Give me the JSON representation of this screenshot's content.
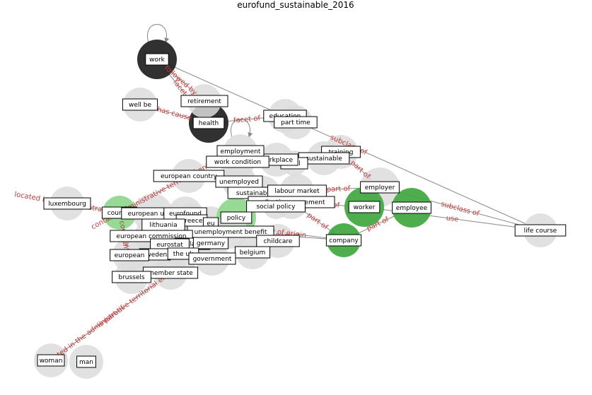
{
  "title": "eurofund_sustainable_2016",
  "colors": {
    "dark": "#262626",
    "light": "#dcdcdc",
    "mid_green": "#44aa44",
    "light_green": "#90d890",
    "edge": "#888888",
    "edge_label": "#c43b3b"
  },
  "nodes": [
    {
      "id": "work",
      "label": "work",
      "style": "dark",
      "size": "large"
    },
    {
      "id": "health",
      "label": "health",
      "style": "dark",
      "size": "large"
    },
    {
      "id": "well_be",
      "label": "well be",
      "style": "light",
      "size": "medium"
    },
    {
      "id": "retirement",
      "label": "retirement",
      "style": "light",
      "size": "medium"
    },
    {
      "id": "education",
      "label": "education",
      "style": "light",
      "size": "medium"
    },
    {
      "id": "part_time",
      "label": "part time",
      "style": "light",
      "size": "medium"
    },
    {
      "id": "training",
      "label": "training",
      "style": "light",
      "size": "medium"
    },
    {
      "id": "sustainable",
      "label": "sustainable",
      "style": "light",
      "size": "medium"
    },
    {
      "id": "skill",
      "label": "skill",
      "style": "light",
      "size": "small"
    },
    {
      "id": "workplace",
      "label": "workplace",
      "style": "light",
      "size": "medium"
    },
    {
      "id": "employment",
      "label": "employment",
      "style": "light",
      "size": "medium"
    },
    {
      "id": "work_condition",
      "label": "work condition",
      "style": "light",
      "size": "medium"
    },
    {
      "id": "european_country",
      "label": "european country",
      "style": "light",
      "size": "medium"
    },
    {
      "id": "unemployed",
      "label": "unemployed",
      "style": "light",
      "size": "medium"
    },
    {
      "id": "sustainable_work",
      "label": "sustainable work",
      "style": "light",
      "size": "medium"
    },
    {
      "id": "labour_market",
      "label": "labour market",
      "style": "light",
      "size": "medium"
    },
    {
      "id": "collective_agreement",
      "label": "collective agreement",
      "style": "light",
      "size": "medium"
    },
    {
      "id": "social_policy",
      "label": "social policy",
      "style": "light",
      "size": "small"
    },
    {
      "id": "employer",
      "label": "employer",
      "style": "light",
      "size": "large"
    },
    {
      "id": "worker",
      "label": "worker",
      "style": "mid_green",
      "size": "large"
    },
    {
      "id": "employee",
      "label": "employee",
      "style": "mid_green",
      "size": "large"
    },
    {
      "id": "life_course",
      "label": "life course",
      "style": "light",
      "size": "medium"
    },
    {
      "id": "luxembourg",
      "label": "luxembourg",
      "style": "light",
      "size": "medium"
    },
    {
      "id": "country",
      "label": "country",
      "style": "light_green",
      "size": "medium"
    },
    {
      "id": "european_union",
      "label": "european union",
      "style": "light",
      "size": "large"
    },
    {
      "id": "eurofound",
      "label": "eurofound",
      "style": "light",
      "size": "medium"
    },
    {
      "id": "greece",
      "label": "greece",
      "style": "light",
      "size": "medium"
    },
    {
      "id": "eu",
      "label": "eu",
      "style": "light",
      "size": "medium"
    },
    {
      "id": "policy",
      "label": "policy",
      "style": "light_green",
      "size": "large"
    },
    {
      "id": "lithuania",
      "label": "lithuania",
      "style": "light",
      "size": "medium"
    },
    {
      "id": "unemployment_benefit",
      "label": "unemployment benefit",
      "style": "light",
      "size": "medium"
    },
    {
      "id": "european_commission",
      "label": "european commission",
      "style": "light",
      "size": "medium"
    },
    {
      "id": "finland",
      "label": "finland",
      "style": "light",
      "size": "medium"
    },
    {
      "id": "germany",
      "label": "germany",
      "style": "light",
      "size": "medium"
    },
    {
      "id": "eurostat",
      "label": "eurostat",
      "style": "light",
      "size": "medium"
    },
    {
      "id": "childcare",
      "label": "childcare",
      "style": "light",
      "size": "medium"
    },
    {
      "id": "company",
      "label": "company",
      "style": "mid_green",
      "size": "medium"
    },
    {
      "id": "sweden",
      "label": "sweden",
      "style": "light",
      "size": "medium"
    },
    {
      "id": "the_uk",
      "label": "the uk",
      "style": "light",
      "size": "medium"
    },
    {
      "id": "belgium",
      "label": "belgium",
      "style": "light",
      "size": "medium"
    },
    {
      "id": "european",
      "label": "european",
      "style": "light",
      "size": "medium"
    },
    {
      "id": "government",
      "label": "government",
      "style": "light",
      "size": "medium"
    },
    {
      "id": "member_state",
      "label": "member state",
      "style": "light",
      "size": "medium"
    },
    {
      "id": "brussels",
      "label": "brussels",
      "style": "light",
      "size": "medium"
    },
    {
      "id": "woman",
      "label": "woman",
      "style": "light",
      "size": "medium"
    },
    {
      "id": "man",
      "label": "man",
      "style": "light",
      "size": "medium"
    }
  ],
  "edges": [
    {
      "from": "work",
      "to": "work",
      "label": ""
    },
    {
      "from": "retirement",
      "to": "work",
      "label": "followed by"
    },
    {
      "from": "life_course",
      "to": "work",
      "label": "subclass of"
    },
    {
      "from": "work",
      "to": "health",
      "label": "facet of"
    },
    {
      "from": "well_be",
      "to": "health",
      "label": "has cause"
    },
    {
      "from": "employment",
      "to": "employment",
      "label": ""
    },
    {
      "from": "health",
      "to": "education",
      "label": "facet of"
    },
    {
      "from": "training",
      "to": "employer",
      "label": "part of"
    },
    {
      "from": "sustainable",
      "to": "training",
      "label": "part of"
    },
    {
      "from": "life_course",
      "to": "employer",
      "label": "subclass of"
    },
    {
      "from": "life_course",
      "to": "worker",
      "label": "use"
    },
    {
      "from": "luxembourg",
      "to": "country",
      "label": "located in the administrative territorial entity"
    },
    {
      "from": "country",
      "to": "european_country",
      "label": "contains administrative territorial entity"
    },
    {
      "from": "labour_market",
      "to": "employer",
      "label": "part of"
    },
    {
      "from": "collective_agreement",
      "to": "worker",
      "label": "part of"
    },
    {
      "from": "employee",
      "to": "company",
      "label": "part of"
    },
    {
      "from": "collective_agreement",
      "to": "company",
      "label": "part of"
    },
    {
      "from": "eu",
      "to": "company",
      "label": "country of origin"
    },
    {
      "from": "unemployment_benefit",
      "to": "company",
      "label": "part of"
    },
    {
      "from": "member_state",
      "to": "woman",
      "label": "located in the administrative territorial entity"
    },
    {
      "from": "member_state",
      "to": "woman",
      "label": "is part of"
    },
    {
      "from": "brussels",
      "to": "country",
      "label": "country"
    },
    {
      "from": "european",
      "to": "country",
      "label": "country"
    },
    {
      "from": "policy",
      "to": "european_union",
      "label": "country"
    }
  ]
}
